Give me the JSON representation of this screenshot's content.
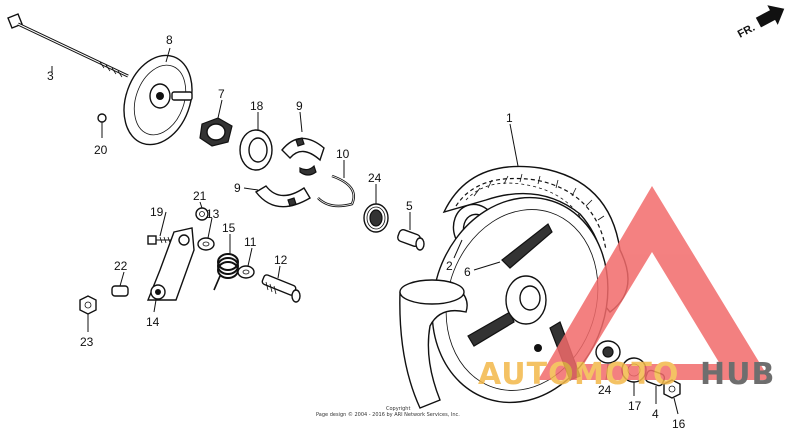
{
  "direction_marker": {
    "text": "FR."
  },
  "callouts": {
    "p1": "1",
    "p2": "2",
    "p3": "3",
    "p4": "4",
    "p5": "5",
    "p6": "6",
    "p7": "7",
    "p8": "8",
    "p9a": "9",
    "p9b": "9",
    "p10": "10",
    "p11": "11",
    "p12": "12",
    "p13": "13",
    "p14": "14",
    "p15": "15",
    "p16": "16",
    "p17": "17",
    "p18": "18",
    "p19": "19",
    "p20": "20",
    "p21": "21",
    "p22": "22",
    "p23": "23",
    "p24a": "24",
    "p24b": "24"
  },
  "copyright": {
    "line1": "Copyright",
    "line2": "Page design © 2004 - 2016 by ARI Network Services, Inc."
  },
  "watermark": {
    "text_auto": "AUTO",
    "text_moto": "MOTO",
    "text_hub": "HUB",
    "color_triangle": "#f26b6b",
    "color_auto": "#f3b84a",
    "color_hub": "#555555"
  }
}
